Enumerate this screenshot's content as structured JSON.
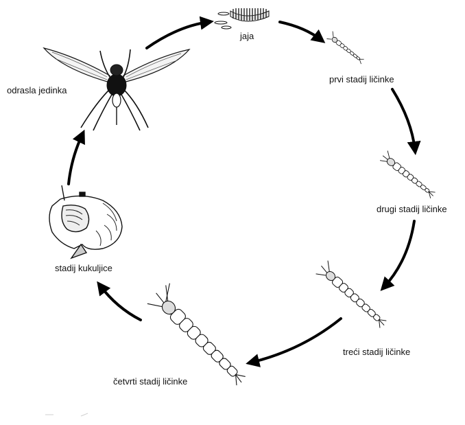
{
  "diagram": {
    "stages": [
      {
        "id": "egg",
        "label": "jaja"
      },
      {
        "id": "larva1",
        "label": "prvi stadij ličinke"
      },
      {
        "id": "larva2",
        "label": "drugi stadij ličinke"
      },
      {
        "id": "larva3",
        "label": "treći stadij ličinke"
      },
      {
        "id": "larva4",
        "label": "četvrti stadij ličinke"
      },
      {
        "id": "pupa",
        "label": "stadij kukuljice"
      },
      {
        "id": "adult",
        "label": "odrasla jedinka"
      }
    ],
    "arrow_color": "#000000",
    "line_color": "#111111",
    "background": "#ffffff"
  }
}
